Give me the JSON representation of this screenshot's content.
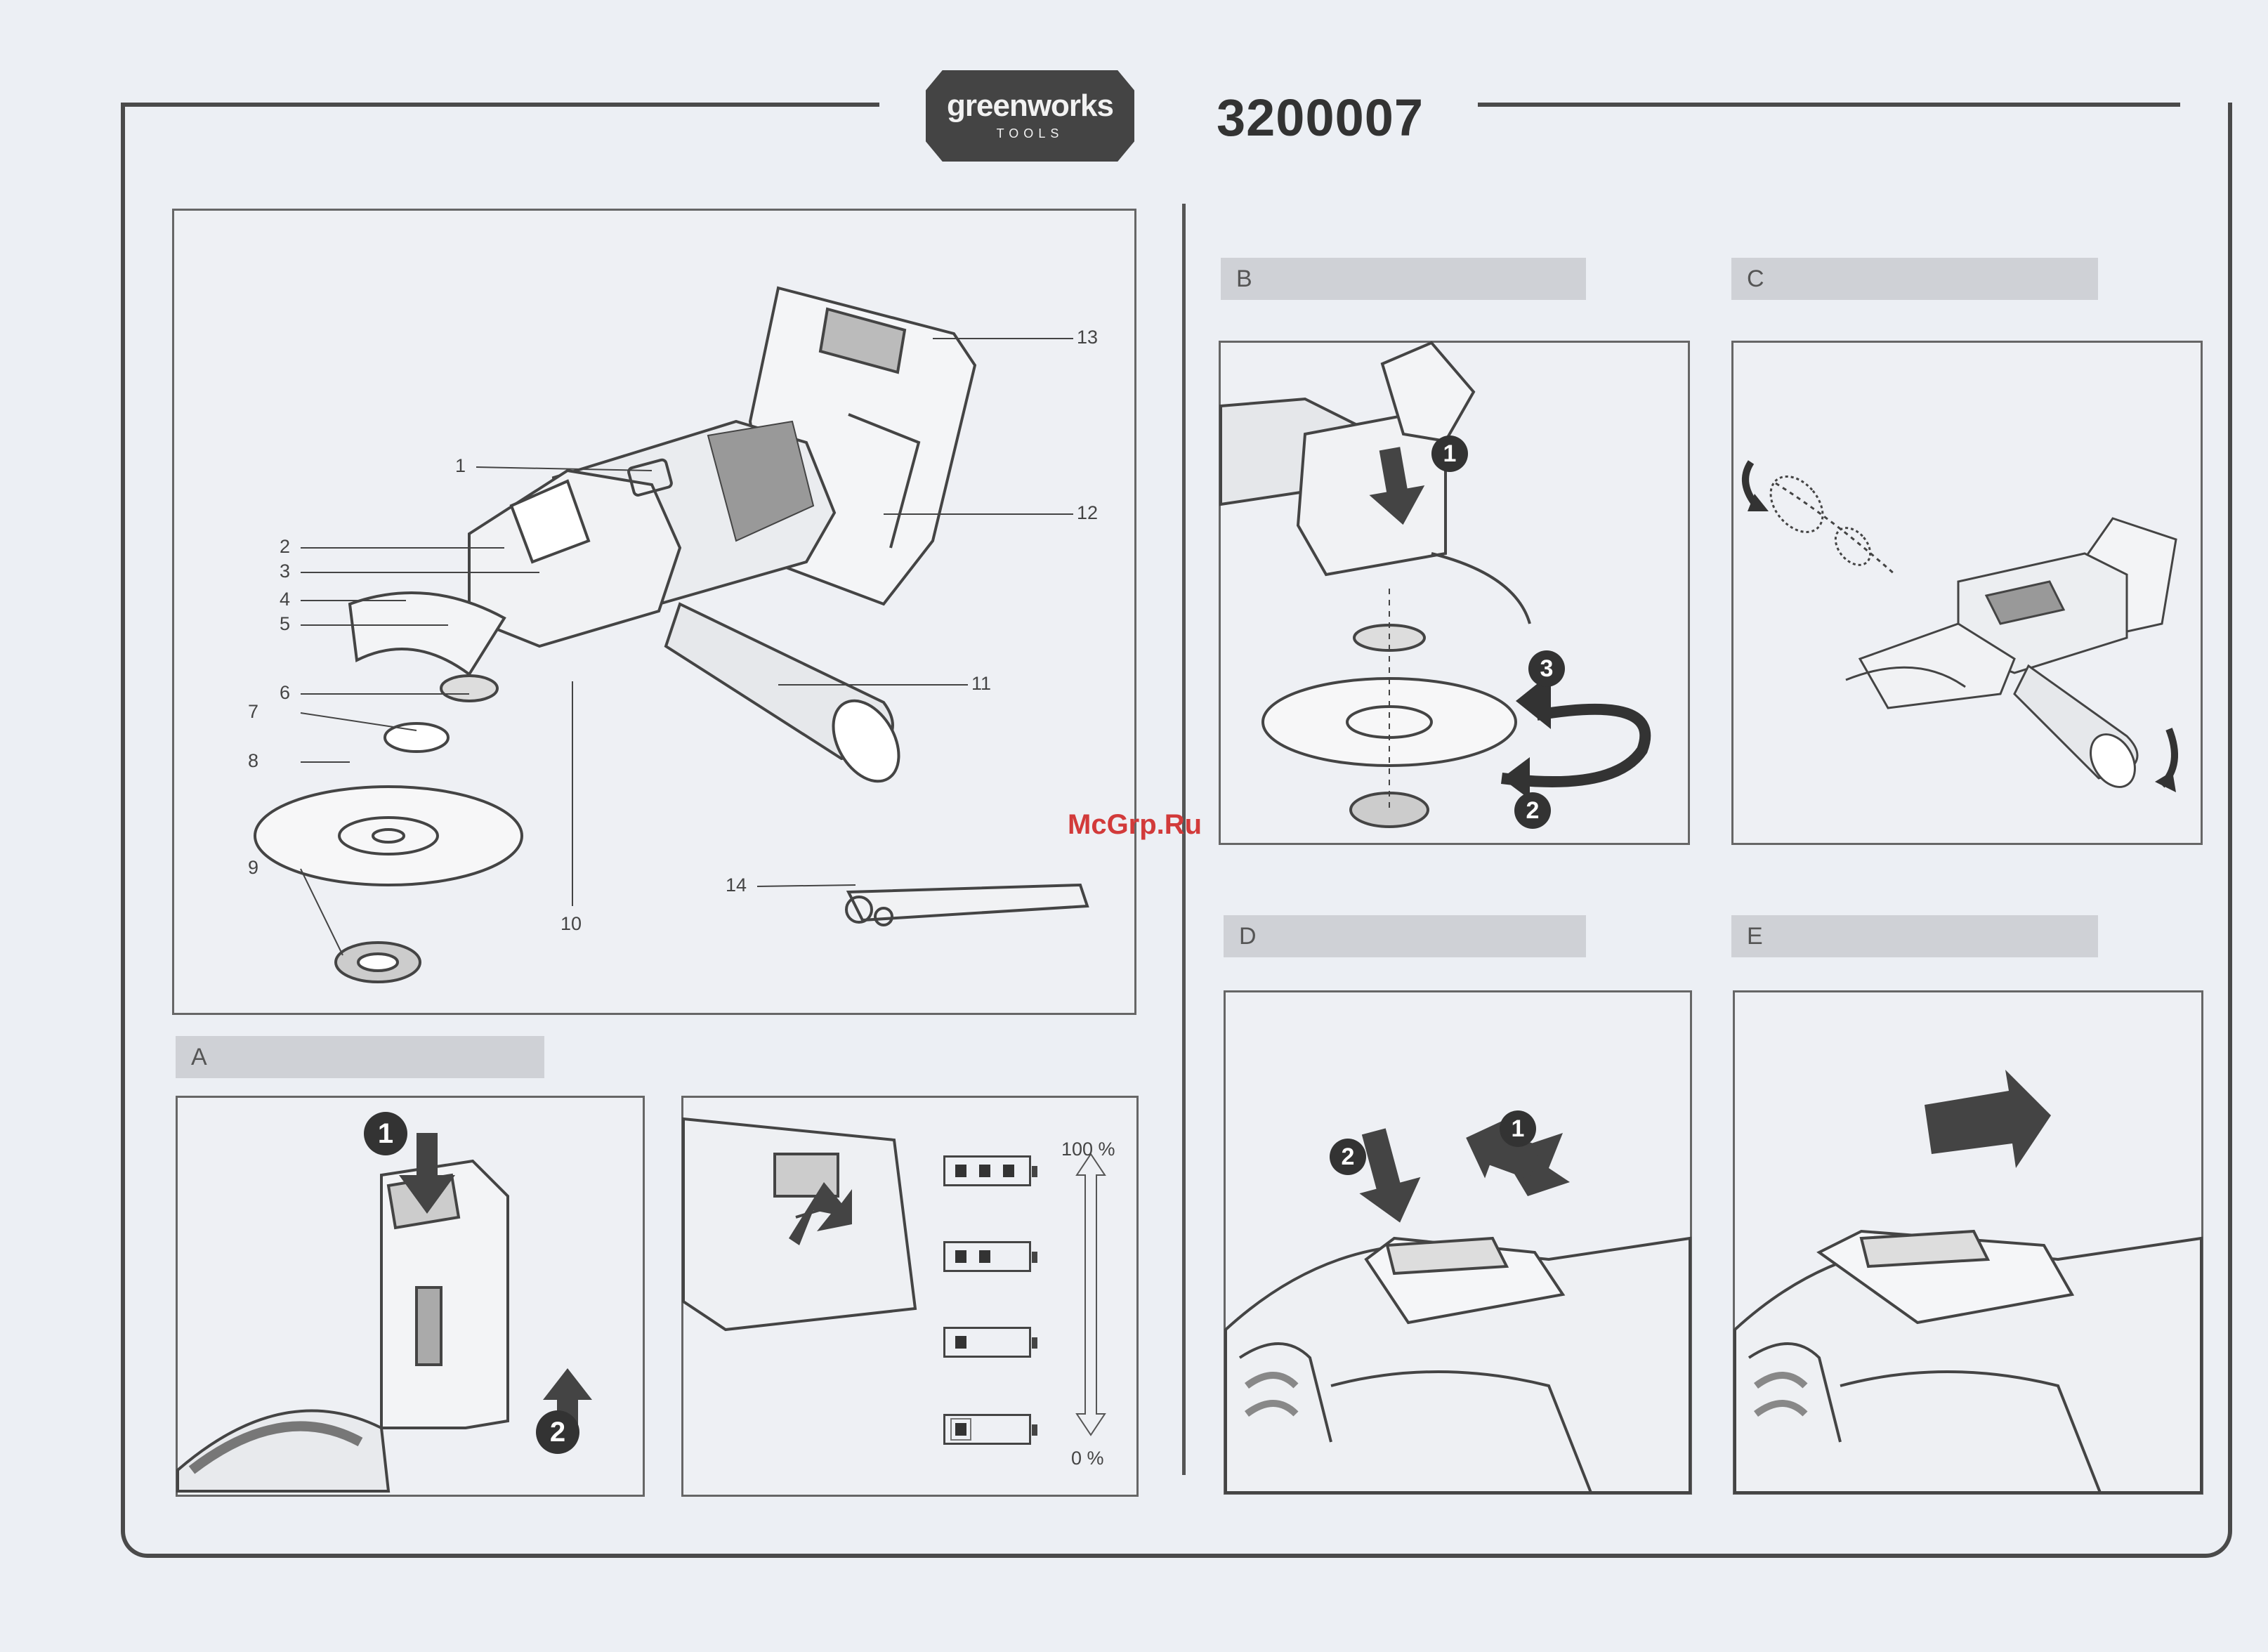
{
  "header": {
    "brand": "greenworks",
    "brand_sub": "TOOLS",
    "model_number": "3200007"
  },
  "overview": {
    "callouts": [
      "1",
      "2",
      "3",
      "4",
      "5",
      "6",
      "7",
      "8",
      "9",
      "10",
      "11",
      "12",
      "13",
      "14"
    ]
  },
  "sections": {
    "a": "A",
    "b": "B",
    "c": "C",
    "d": "D",
    "e": "E"
  },
  "battery_gauge": {
    "max_label": "100 %",
    "min_label": "0 %",
    "levels": [
      3,
      2,
      1,
      0
    ]
  },
  "step_badges": {
    "a1": "1",
    "a2": "2",
    "b1": "1",
    "b2": "2",
    "b3": "3",
    "d1": "1",
    "d2": "2"
  },
  "watermark": "McGrp.Ru",
  "colors": {
    "frame": "#4a4a4a",
    "header_bar": "#cfd1d6",
    "watermark": "#d23a3a",
    "badge": "#333333"
  }
}
